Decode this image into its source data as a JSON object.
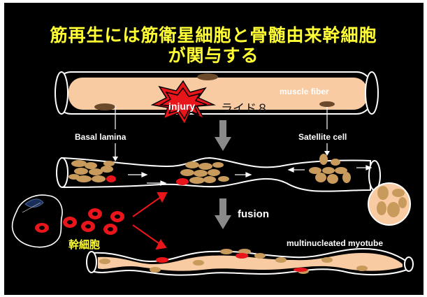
{
  "slide": {
    "title_line1": "筋再生には筋衛星細胞と骨髄由来幹細胞",
    "title_line2": "が関与する",
    "muscle_fiber_label": "muscle fiber",
    "injury_label": "injury",
    "overlay_text": "ライド８",
    "basal_lamina_label": "Basal lamina",
    "satellite_cell_label": "Satellite cell",
    "fusion_label": "fusion",
    "stem_cell_label": "幹細胞",
    "myotube_label": "multinucleated myotube"
  },
  "colors": {
    "background": "#000000",
    "title": "#ffff33",
    "fiber": "#f9cba3",
    "nucleus": "#c89a5b",
    "dark_nucleus": "#6b4a2b",
    "red_cell": "#e8151b",
    "injury_star": "#e8151b",
    "arrow_grey": "#8a8a8a"
  }
}
